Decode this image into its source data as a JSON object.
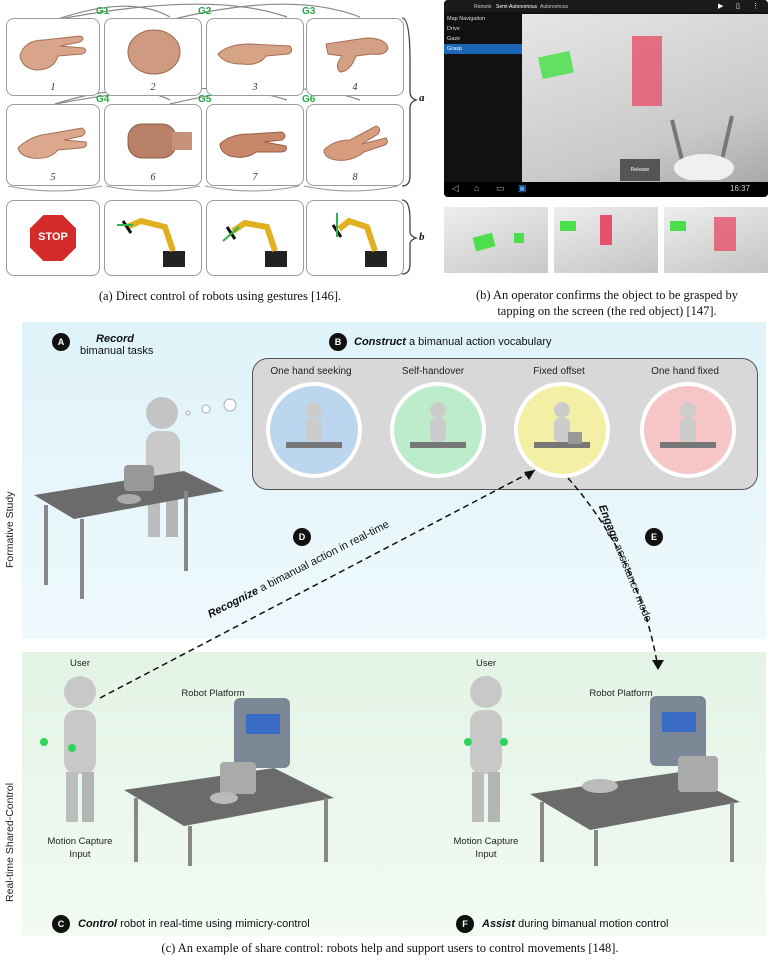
{
  "gesture_figure": {
    "group_labels": [
      "G1",
      "G2",
      "G3",
      "G4",
      "G5",
      "G6"
    ],
    "card_numbers": [
      "1",
      "2",
      "3",
      "4",
      "5",
      "6",
      "7",
      "8"
    ],
    "bracket_a": "a",
    "bracket_b": "b",
    "stop_sign_text": "STOP",
    "caption": "(a) Direct control of robots using gestures [146]."
  },
  "tablet_figure": {
    "tabs": [
      "Remote",
      "Semi-Autonomous",
      "Autonomous"
    ],
    "menu_items": [
      "Map Navigation",
      "Drive",
      "Gaze",
      "Grasp"
    ],
    "selected_menu_index": 3,
    "release_button": "Release",
    "clock": "16:37",
    "caption_line1": "(b) An operator confirms the object to be grasped by",
    "caption_line2": "tapping on the screen (the red object) [147]."
  },
  "shared_control_figure": {
    "vertical_label_top": "Formative Study",
    "vertical_label_bottom": "Real-time Shared-Control",
    "steps": {
      "A": {
        "badge": "A",
        "emph": "Record",
        "rest": "bimanual tasks"
      },
      "B": {
        "badge": "B",
        "emph": "Construct",
        "rest": " a bimanual action vocabulary"
      },
      "C": {
        "badge": "C",
        "emph": "Control",
        "rest": " robot in real-time using mimicry-control"
      },
      "D": {
        "badge": "D",
        "emph": "Recognize",
        "rest": " a bimanual action in real-time"
      },
      "E": {
        "badge": "E",
        "emph": "Engage",
        "rest": " assistance mode"
      },
      "F": {
        "badge": "F",
        "emph": "Assist",
        "rest": " during bimanual motion control"
      }
    },
    "vocabulary": [
      "One hand seeking",
      "Self-handover",
      "Fixed offset",
      "One hand fixed"
    ],
    "vocab_colors": [
      "#bcd6ef",
      "#bdeccb",
      "#f3f0a6",
      "#f6c6c6"
    ],
    "left_scene": {
      "user": "User",
      "robot": "Robot Platform",
      "mocap_line1": "Motion Capture",
      "mocap_line2": "Input"
    },
    "right_scene": {
      "user": "User",
      "robot": "Robot Platform",
      "mocap_line1": "Motion Capture",
      "mocap_line2": "Input"
    },
    "caption": "(c) An example of share control: robots help and support users to control movements [148]."
  }
}
